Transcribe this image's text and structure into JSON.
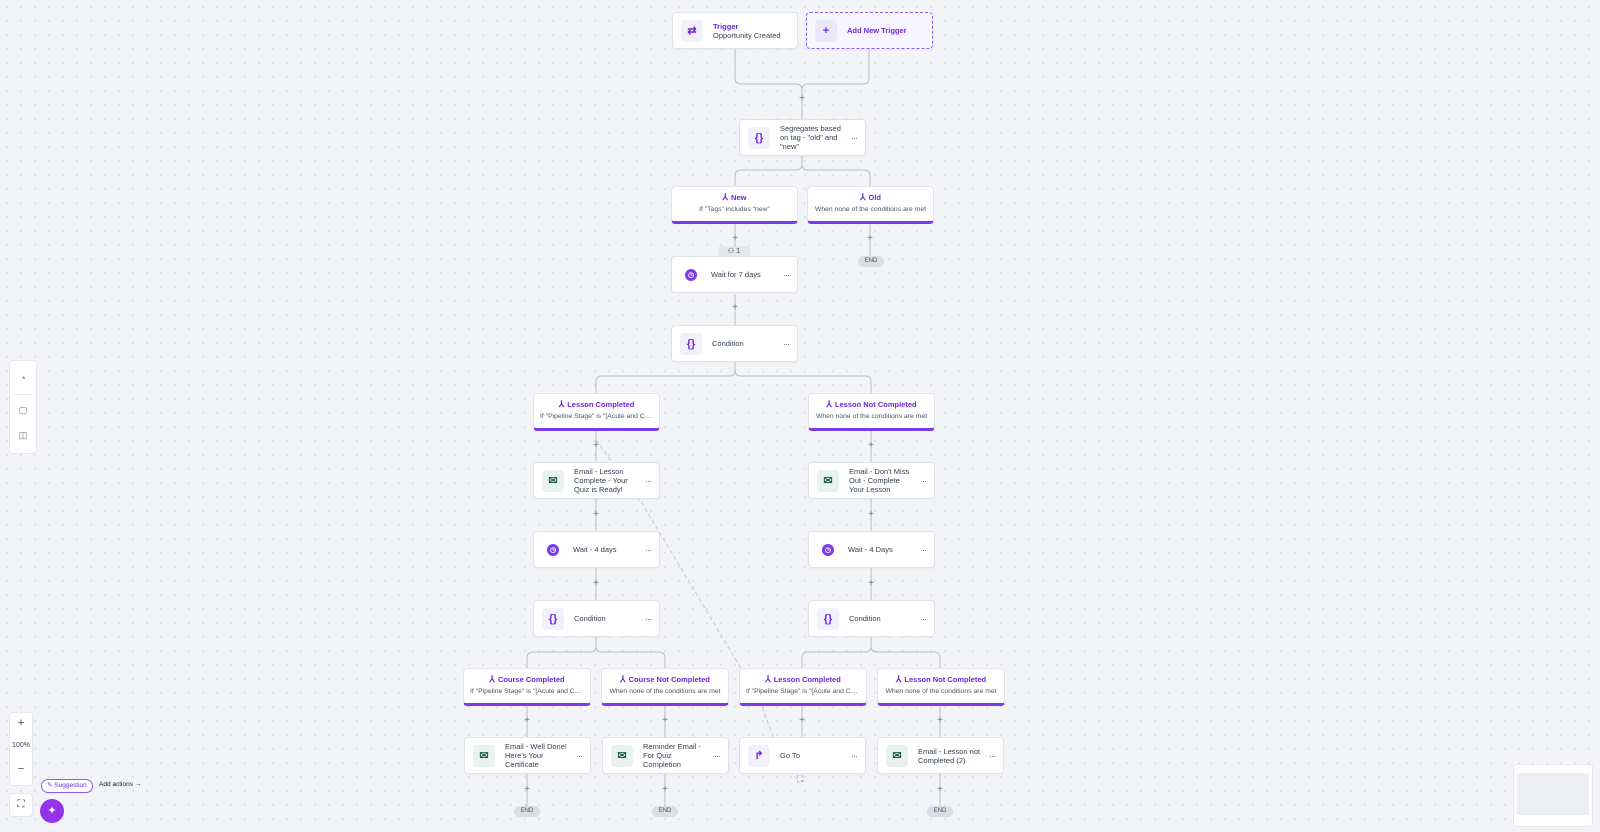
{
  "trigger": {
    "title": "Trigger",
    "subtitle": "Opportunity Created"
  },
  "add_trigger": {
    "label": "Add New Trigger"
  },
  "segregate": {
    "label": "Segregates based on tag - \"old\" and \"new\""
  },
  "branch_new": {
    "title": "New",
    "subtitle": "If \"Tags\" includes \"new\""
  },
  "branch_old": {
    "title": "Old",
    "subtitle": "When none of the conditions are met"
  },
  "contacts_badge": "1",
  "wait7": {
    "label": "Wait for 7 days"
  },
  "condition_main": {
    "label": "Condition"
  },
  "lesson_completed": {
    "title": "Lesson Completed",
    "subtitle": "If \"Pipeline Stage\" is \"[Acute and Ch..."
  },
  "lesson_not_completed": {
    "title": "Lesson Not Completed",
    "subtitle": "When none of the conditions are met"
  },
  "email_quiz": {
    "label": "Email - Lesson Complete - Your Quiz is Ready!"
  },
  "email_dont_miss": {
    "label": "Email - Don't Miss Out - Complete Your Lesson"
  },
  "wait4_left": {
    "label": "Wait - 4 days"
  },
  "wait4_right": {
    "label": "Wait - 4 Days"
  },
  "condition_left": {
    "label": "Condition"
  },
  "condition_right": {
    "label": "Condition"
  },
  "course_completed": {
    "title": "Course Completed",
    "subtitle": "If \"Pipeline Stage\" is \"[Acute and Ch..."
  },
  "course_not_completed": {
    "title": "Course Not Completed",
    "subtitle": "When none of the conditions are met"
  },
  "lesson_completed_2": {
    "title": "Lesson Completed",
    "subtitle": "If \"Pipeline Stage\" is \"[Acute and Ch..."
  },
  "lesson_not_completed_2": {
    "title": "Lesson Not Completed",
    "subtitle": "When none of the conditions are met"
  },
  "email_certificate": {
    "label": "Email - Well Done! Here's Your Certificate"
  },
  "email_reminder": {
    "label": "Reminder Email - For Quiz Completion"
  },
  "goto": {
    "label": "Go To"
  },
  "email_not_completed": {
    "label": "Email - Lesson not Completed (2)"
  },
  "end_label": "END",
  "zoom": {
    "level": "100%",
    "in": "+",
    "out": "−"
  },
  "suggestion": {
    "label": "Suggestion",
    "add_actions": "Add actions"
  },
  "colors": {
    "accent": "#7c3aed",
    "email": "#1f5f46",
    "canvas": "#f3f4f7"
  },
  "icons": [
    "swap-icon",
    "plus-icon",
    "braces-icon",
    "branch-icon",
    "clock-icon",
    "email-icon",
    "goto-icon",
    "history-icon",
    "comment-icon",
    "note-icon",
    "fit-screen-icon",
    "magic-icon"
  ]
}
